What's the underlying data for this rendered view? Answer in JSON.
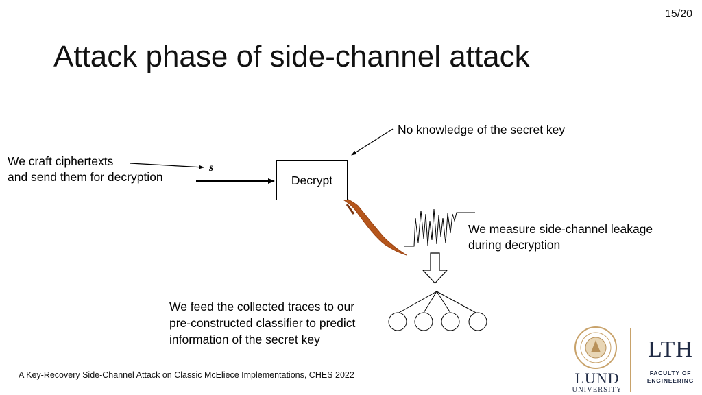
{
  "page_number": "15/20",
  "title": "Attack phase of side-channel attack",
  "notes": {
    "no_knowledge": "No knowledge of  the secret key",
    "craft_line1": "We craft ciphertexts",
    "craft_line2": "and send them for decryption",
    "measure_line1": "We measure side-channel leakage",
    "measure_line2": "during decryption",
    "feed_line1": "We feed the collected traces to our",
    "feed_line2": "pre-constructed classifier to predict",
    "feed_line3": "information of the secret key"
  },
  "decrypt_label": "Decrypt",
  "s_label": "s",
  "footer": "A Key-Recovery Side-Channel Attack on Classic McEliece Implementations, CHES 2022",
  "logos": {
    "lund_big": "LUND",
    "lund_small": "UNIVERSITY",
    "lth_big": "LTH",
    "lth_small_1": "FACULTY OF",
    "lth_small_2": "ENGINEERING",
    "lund_color": "#1f2a44",
    "accent_color": "#c8a26a",
    "probe_color": "#b5561c"
  }
}
